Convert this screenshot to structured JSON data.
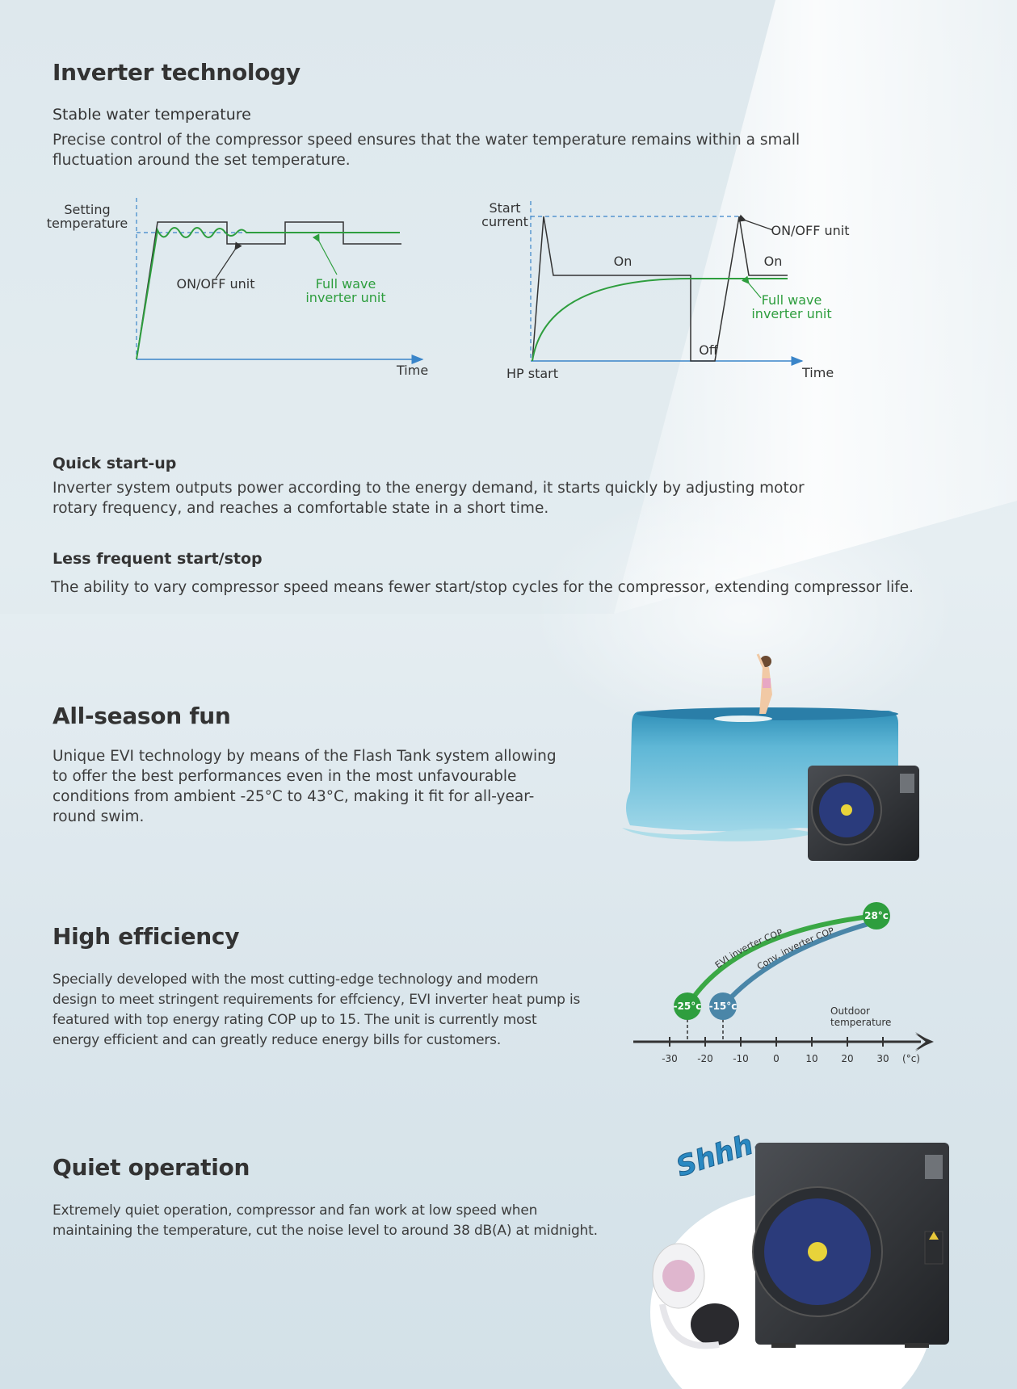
{
  "inverter": {
    "title": "Inverter technology",
    "subtitle": "Stable water temperature",
    "text": "Precise control of the compressor speed ensures that the water temperature remains within a small fluctuation around the set temperature."
  },
  "diagram1": {
    "label_setting": [
      "Setting",
      "temperature"
    ],
    "label_onoff": "ON/OFF unit",
    "label_fullwave": [
      "Full wave",
      "inverter unit"
    ],
    "label_time": "Time"
  },
  "diagram2": {
    "label_start_current": [
      "Start",
      "current"
    ],
    "label_onoff": "ON/OFF unit",
    "label_on1": "On",
    "label_on2": "On",
    "label_off": "Off",
    "label_fullwave": [
      "Full wave",
      "inverter unit"
    ],
    "label_hp_start": "HP start",
    "label_time": "Time"
  },
  "quick": {
    "title": "Quick start-up",
    "text": "Inverter system outputs power according to the energy demand, it starts quickly by adjusting motor rotary frequency, and reaches a comfortable state in a short time."
  },
  "less": {
    "title": "Less frequent start/stop",
    "text": "The ability to vary compressor speed means fewer start/stop cycles for the compressor, extending compressor life."
  },
  "allseason": {
    "title": "All-season fun",
    "text": "Unique EVI technology by means of the Flash Tank system allowing to offer the best performances even in the most unfavourable conditions from ambient -25°C to 43°C, making it fit for all-year-round swim."
  },
  "efficiency": {
    "title": "High efficiency",
    "text": "Specially developed with the most cutting-edge technology and modern design to meet stringent requirements for effciency, EVI inverter heat pump is featured with top energy rating COP up to 15. The unit is currently most energy efficient and can greatly reduce energy bills for customers."
  },
  "cop_chart": {
    "evi_label": "EVI inverter COP",
    "conv_label": "Conv. inverter COP",
    "start_evi": "-25°c",
    "start_conv": "-15°c",
    "end": "28°c",
    "outdoor_label": [
      "Outdoor",
      "temperature"
    ],
    "ticks": [
      "-30",
      "-20",
      "-10",
      "0",
      "10",
      "20",
      "30"
    ],
    "unit": "(°c)",
    "colors": {
      "evi": "#2e9e3e",
      "conv": "#4a86a8"
    }
  },
  "quiet": {
    "title": "Quiet operation",
    "text": "Extremely quiet operation, compressor and fan work at low speed when maintaining the temperature, cut the noise level to around 38 dB(A) at midnight.",
    "shh": "Shhh."
  }
}
